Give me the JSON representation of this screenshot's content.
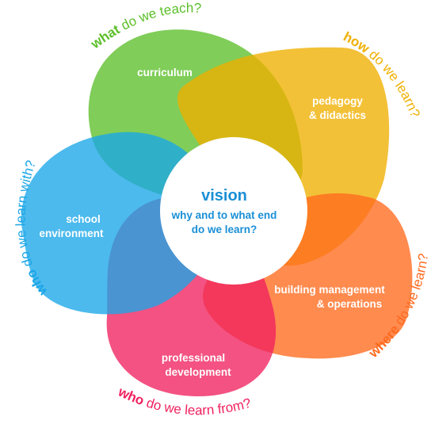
{
  "center": {
    "title": "vision",
    "subtitle_line1": "why and to what end",
    "subtitle_line2": "do we learn?"
  },
  "petals": [
    {
      "key": "curriculum",
      "label_lines": [
        "curriculum"
      ],
      "color": "#5cbf2a",
      "question_bold": "what",
      "question_rest": " do we teach?"
    },
    {
      "key": "pedagogy",
      "label_lines": [
        "pedagogy",
        "& didactics"
      ],
      "color": "#efb000",
      "question_bold": "how",
      "question_rest": " do we learn?"
    },
    {
      "key": "building",
      "label_lines": [
        "building management",
        "& operations"
      ],
      "color": "#ff6a1e",
      "question_bold": "where",
      "question_rest": " do we learn?"
    },
    {
      "key": "professional",
      "label_lines": [
        "professional",
        "development"
      ],
      "color": "#f0215f",
      "question_bold": "who",
      "question_rest": " do we learn from?"
    },
    {
      "key": "school",
      "label_lines": [
        "school",
        "environment"
      ],
      "color": "#1aa6e8",
      "question_bold": "who",
      "question_rest": " do we learn with?"
    }
  ]
}
